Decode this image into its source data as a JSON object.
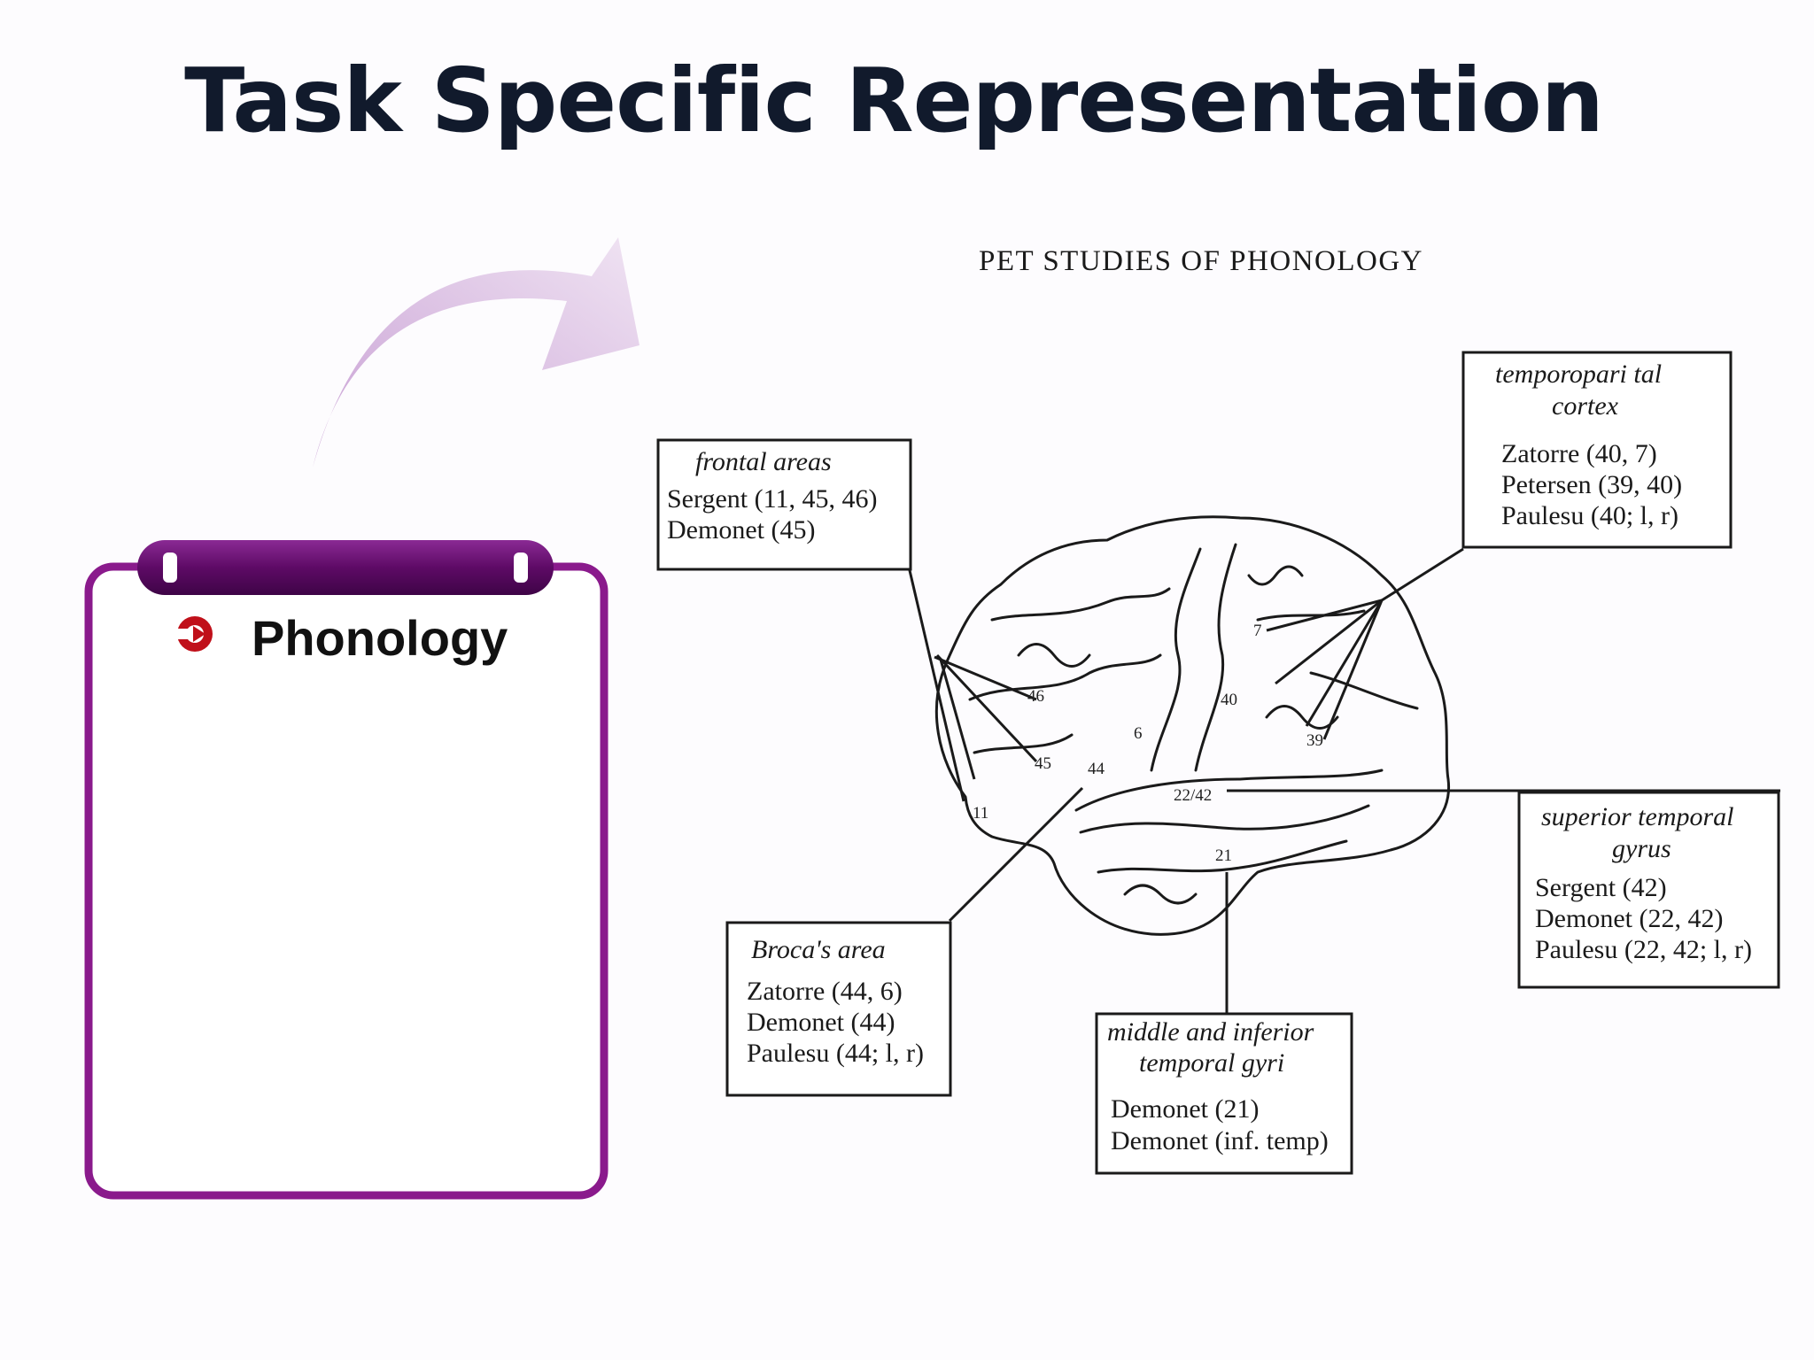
{
  "slide": {
    "title": "Task Specific Representation"
  },
  "panel": {
    "bullet_icon": "arrow-circle-icon",
    "bullet_text": "Phonology"
  },
  "figure": {
    "title": "PET STUDIES OF PHONOLOGY",
    "boxes": {
      "frontal": {
        "heading": [
          "frontal areas"
        ],
        "lines": [
          "Sergent (11, 45, 46)",
          "Demonet (45)"
        ]
      },
      "temporoparietal": {
        "heading": [
          "temporopari  tal",
          "cortex"
        ],
        "lines": [
          "Zatorre (40, 7)",
          "Petersen (39, 40)",
          "Paulesu (40; l, r)"
        ]
      },
      "superior_temporal": {
        "heading": [
          "superior temporal",
          "gyrus"
        ],
        "lines": [
          "Sergent (42)",
          "Demonet (22, 42)",
          "Paulesu (22, 42; l, r)"
        ]
      },
      "broca": {
        "heading": [
          "Broca's area"
        ],
        "lines": [
          "Zatorre (44, 6)",
          "Demonet (44)",
          "Paulesu (44; l, r)"
        ]
      },
      "middle_inferior": {
        "heading": [
          "middle and inferior",
          "temporal gyri"
        ],
        "lines": [
          "Demonet (21)",
          "Demonet (inf. temp)"
        ]
      }
    },
    "area_numbers": {
      "a46": "46",
      "a45": "45",
      "a44": "44",
      "a6": "6",
      "a11": "11",
      "a40": "40",
      "a7": "7",
      "a39": "39",
      "a2242": "22/42",
      "a21": "21"
    }
  },
  "colors": {
    "panel_border": "#8a1a8c",
    "panel_bar": "#5e0a66",
    "bullet_red": "#c0101a",
    "title": "#111a2c",
    "arrow_start": "#c59ad2",
    "arrow_end": "#ecdcef"
  }
}
